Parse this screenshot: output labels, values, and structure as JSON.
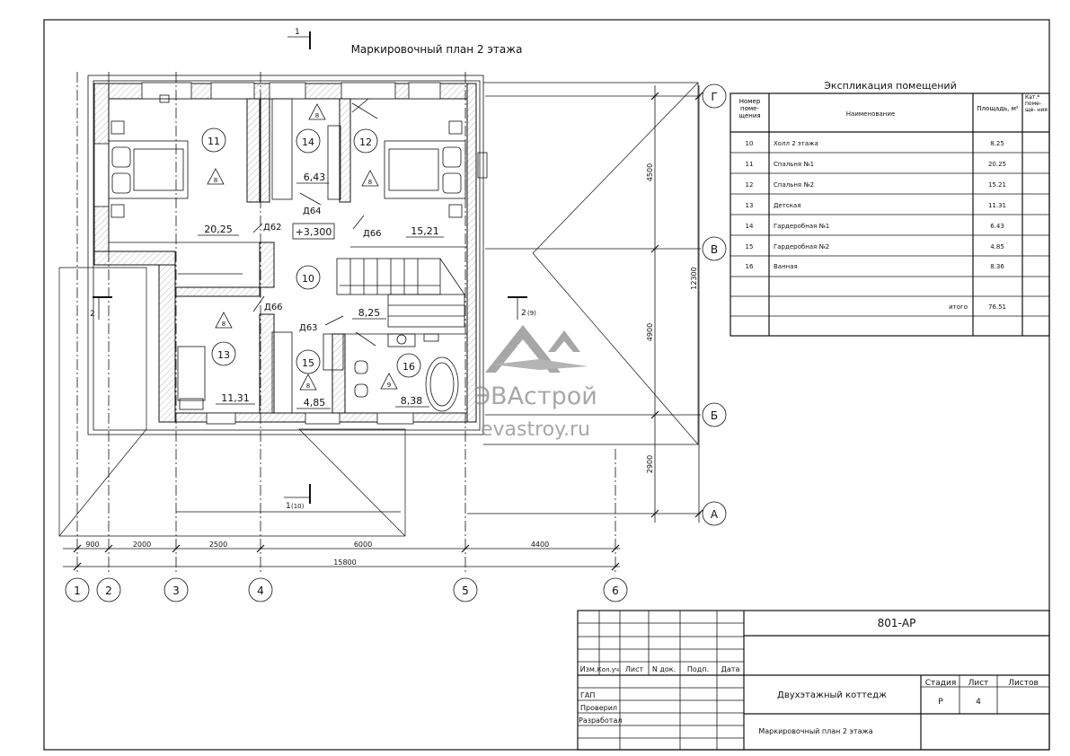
{
  "plan": {
    "title": "Маркировочный план 2 этажа",
    "section_markers": {
      "top": "1",
      "bottom": "1",
      "bottom_sub": "(10)",
      "left": "2",
      "right": "2",
      "right_sub": "(9)"
    },
    "level": "+3,300",
    "rooms": [
      {
        "num": "11",
        "area": "20,25"
      },
      {
        "num": "14",
        "area": "6,43"
      },
      {
        "num": "12",
        "area": "15,21"
      },
      {
        "num": "10",
        "area": "8,25"
      },
      {
        "num": "13",
        "area": "11,31"
      },
      {
        "num": "15",
        "area": "4,85"
      },
      {
        "num": "16",
        "area": "8,38"
      }
    ],
    "cat_marks": [
      "8",
      "9"
    ],
    "doors": [
      "Д62",
      "Д64",
      "Д66",
      "Д66",
      "Д63"
    ],
    "dims_x": [
      "900",
      "2000",
      "2500",
      "6000",
      "4400"
    ],
    "dim_total_x": "15800",
    "dims_y": [
      "4500",
      "4900",
      "2900"
    ],
    "dim_total_y": "12300",
    "axes_x": [
      "1",
      "2",
      "3",
      "4",
      "5",
      "6"
    ],
    "axes_y": [
      "Г",
      "В",
      "Б",
      "А"
    ]
  },
  "watermark": {
    "brand": "ЭВАстрой",
    "url": "evastroy.ru"
  },
  "explication": {
    "title": "Экспликация помещений",
    "headers": {
      "num": "Номер поме- щения",
      "name": "Наименование",
      "area": "Площадь, м²",
      "cat": "Кат.* поме- ще- ния"
    },
    "rows": [
      {
        "num": "10",
        "name": "Холл 2 этажа",
        "area": "8.25"
      },
      {
        "num": "11",
        "name": "Спальня №1",
        "area": "20.25"
      },
      {
        "num": "12",
        "name": "Спальня №2",
        "area": "15.21"
      },
      {
        "num": "13",
        "name": "Детская",
        "area": "11.31"
      },
      {
        "num": "14",
        "name": "Гардеробная №1",
        "area": "6.43"
      },
      {
        "num": "15",
        "name": "Гардеробная №2",
        "area": "4.85"
      },
      {
        "num": "16",
        "name": "Ванная",
        "area": "8.36"
      }
    ],
    "total_label": "итого",
    "total_area": "76.51"
  },
  "title_block": {
    "code": "801-АР",
    "col_headers": [
      "Изм.",
      "Кол.уч.",
      "Лист",
      "N док.",
      "Подп.",
      "Дата"
    ],
    "roles": [
      "ГАП",
      "Проверил",
      "Разработал"
    ],
    "project": "Двухэтажный коттедж",
    "sheet_name": "Маркировочный план 2 этажа",
    "stage_label": "Стадия",
    "sheet_label": "Лист",
    "sheets_label": "Листов",
    "stage": "Р",
    "sheet": "4",
    "sheets": ""
  }
}
